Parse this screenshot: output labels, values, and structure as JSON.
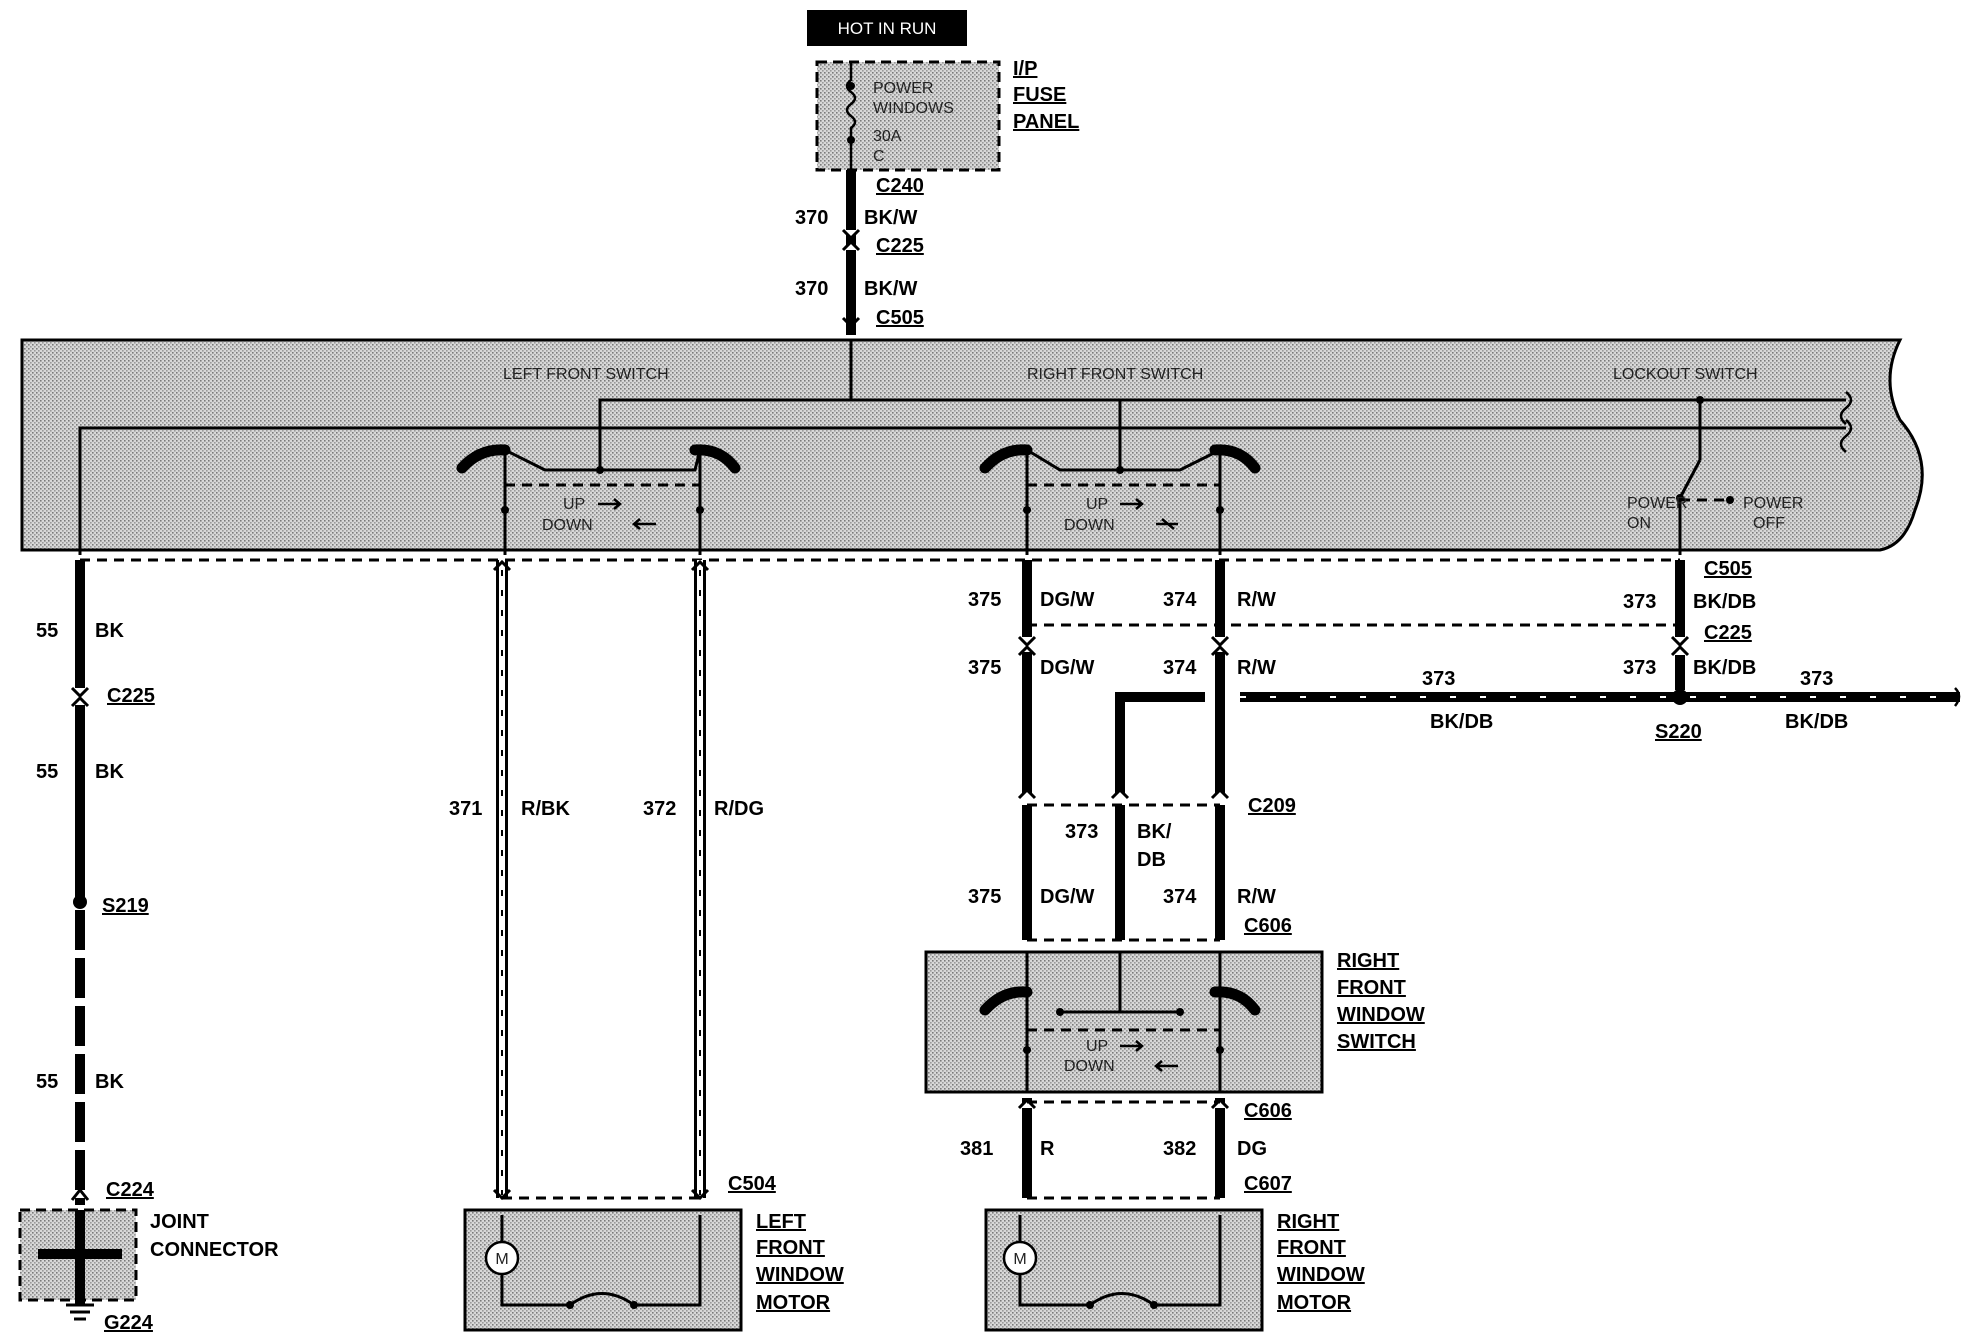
{
  "hot_in_run": "HOT IN RUN",
  "fuse": {
    "label_line1": "POWER",
    "label_line2": "WINDOWS",
    "rating": "30A",
    "letter": "C"
  },
  "ip_fuse_panel": [
    "I/P",
    "FUSE",
    "PANEL"
  ],
  "master_switch": {
    "left_front": "LEFT FRONT SWITCH",
    "right_front": "RIGHT FRONT SWITCH",
    "lockout": "LOCKOUT SWITCH",
    "up": "UP",
    "down": "DOWN",
    "power_on_1": "POWER",
    "power_on_2": "ON",
    "power_off_1": "POWER",
    "power_off_2": "OFF"
  },
  "feed": {
    "c240": "C240",
    "c225": "C225",
    "c505": "C505",
    "circuit": "370",
    "color": "BK/W"
  },
  "ground": {
    "circuit": "55",
    "color": "BK",
    "c225": "C225",
    "s219": "S219",
    "c224": "C224",
    "joint_connector": [
      "JOINT",
      "CONNECTOR"
    ],
    "g224": "G224"
  },
  "left_motor_wires": {
    "w371": "371",
    "w371_color": "R/BK",
    "w372": "372",
    "w372_color": "R/DG",
    "c504": "C504"
  },
  "left_front_window_motor": [
    "LEFT",
    "FRONT",
    "WINDOW",
    "MOTOR"
  ],
  "motor_symbol": "M",
  "right_wires": {
    "w375": "375",
    "w375_color": "DG/W",
    "w374": "374",
    "w374_color": "R/W",
    "w373": "373",
    "w373_color": "BK/DB",
    "bk": "BK/",
    "db": "DB",
    "c505": "C505",
    "c225": "C225",
    "s220": "S220",
    "c209": "C209",
    "c606": "C606",
    "c607": "C607",
    "w381": "381",
    "w381_color": "R",
    "w382": "382",
    "w382_color": "DG"
  },
  "right_front_window_switch": [
    "RIGHT",
    "FRONT",
    "WINDOW",
    "SWITCH"
  ],
  "right_front_window_motor": [
    "RIGHT",
    "FRONT",
    "WINDOW",
    "MOTOR"
  ]
}
